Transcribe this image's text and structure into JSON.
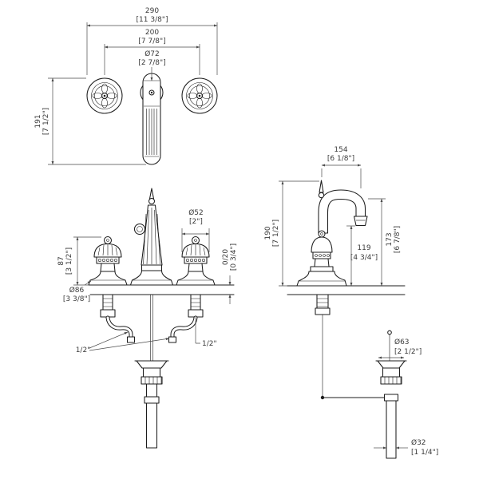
{
  "drawing": {
    "type": "faucet-technical-drawing",
    "line_color": "#1c1c1c",
    "dim_color": "#4a4a4a"
  },
  "dims": {
    "plan": {
      "overall_width_mm": "290",
      "overall_width_in": "[11 3/8\"]",
      "spacing_mm": "200",
      "spacing_in": "[7 7/8\"]",
      "escutcheon_mm": "Ø72",
      "escutcheon_in": "[2 7/8\"]",
      "depth_mm": "191",
      "depth_in": "[7 1/2\"]"
    },
    "front": {
      "handle_height_mm": "87",
      "handle_height_in": "[3 1/2\"]",
      "base_mm": "Ø86",
      "base_in": "[3 3/8\"]",
      "handle_mm": "Ø52",
      "handle_in": "[2\"]",
      "deck_mm": "0/20",
      "deck_in": "[0 3/4\"]",
      "conn_left": "1/2\"",
      "conn_right": "1/2\""
    },
    "side": {
      "reach_mm": "154",
      "reach_in": "[6 1/8\"]",
      "height_mm": "190",
      "height_in": "[7 1/2\"]",
      "outlet_mm": "119",
      "outlet_in": "[4 3/4\"]",
      "spout_mm": "173",
      "spout_in": "[6 7/8\"]",
      "flange_mm": "Ø63",
      "flange_in": "[2 1/2\"]",
      "tail_mm": "Ø32",
      "tail_in": "[1 1/4\"]"
    }
  }
}
